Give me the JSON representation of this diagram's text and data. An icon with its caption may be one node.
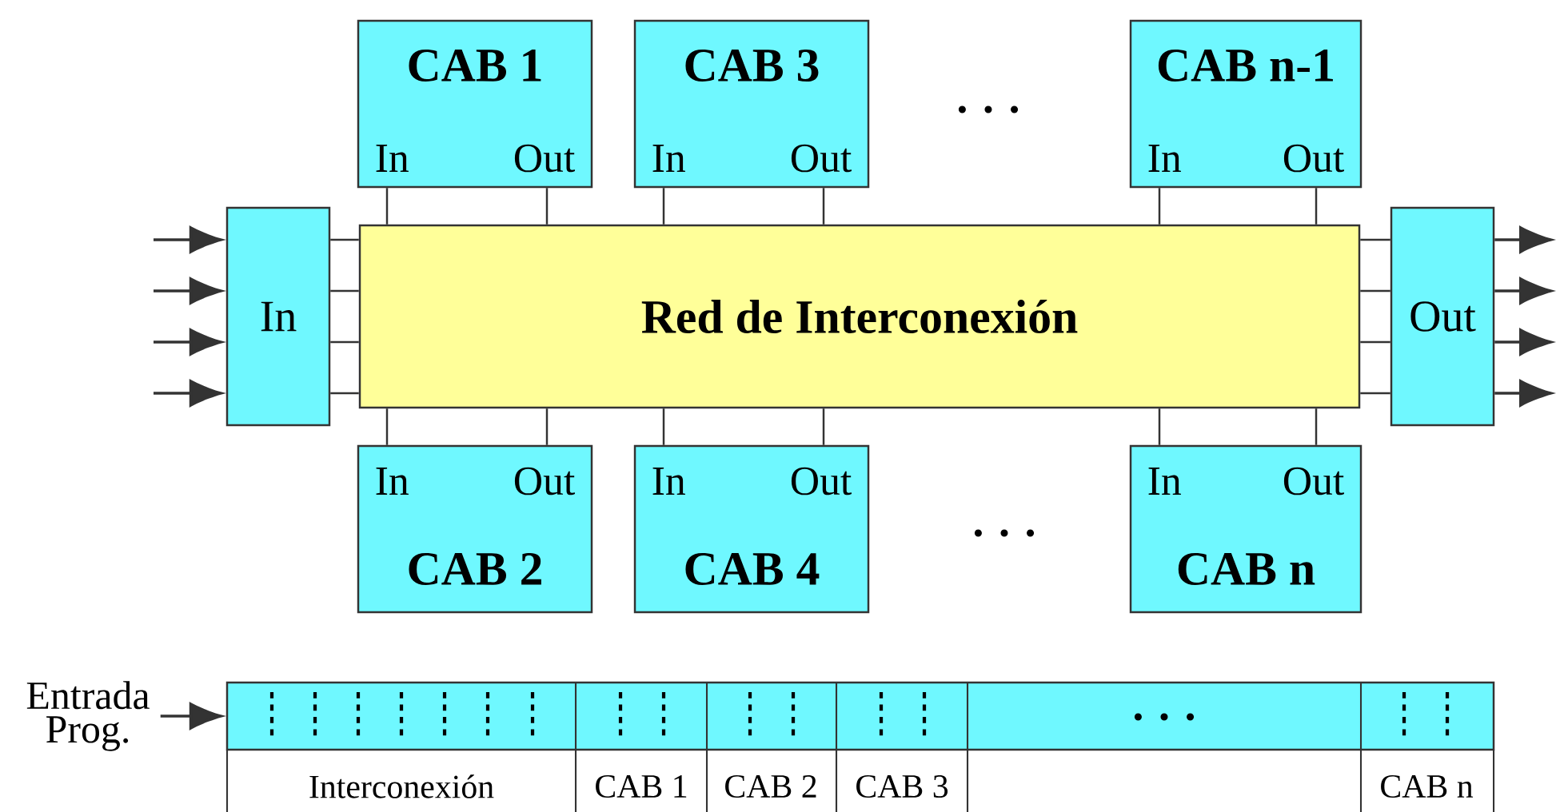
{
  "diagram": {
    "nodes": [
      {
        "text": [
          "Red de Interconexión"
        ]
      },
      {
        "text": [
          "In"
        ]
      },
      {
        "text": [
          "Out"
        ]
      },
      {
        "text": [
          "CAB 1",
          "In",
          "Out"
        ]
      },
      {
        "text": [
          "CAB 3",
          "In",
          "Out"
        ]
      },
      {
        "text": [
          "CAB n-1",
          "In",
          "Out"
        ]
      },
      {
        "text": [
          "In",
          "Out",
          "CAB 2"
        ]
      },
      {
        "text": [
          "In",
          "Out",
          "CAB 4"
        ]
      },
      {
        "text": [
          "In",
          "Out",
          "CAB n"
        ]
      },
      {
        "text": [
          "· · ·"
        ]
      },
      {
        "text": [
          "Entrada Prog."
        ]
      }
    ],
    "edges": [
      {
        "from": 3,
        "to": 0,
        "arrow": "none"
      },
      {
        "from": 3,
        "to": 0,
        "arrow": "none"
      },
      {
        "from": 4,
        "to": 0,
        "arrow": "none"
      },
      {
        "from": 4,
        "to": 0,
        "arrow": "none"
      },
      {
        "from": 5,
        "to": 0,
        "arrow": "none"
      },
      {
        "from": 5,
        "to": 0,
        "arrow": "none"
      },
      {
        "from": 6,
        "to": 0,
        "arrow": "none"
      },
      {
        "from": 6,
        "to": 0,
        "arrow": "none"
      },
      {
        "from": 7,
        "to": 0,
        "arrow": "none"
      },
      {
        "from": 7,
        "to": 0,
        "arrow": "none"
      },
      {
        "from": 8,
        "to": 0,
        "arrow": "none"
      },
      {
        "from": 8,
        "to": 0,
        "arrow": "none"
      },
      {
        "from": 1,
        "to": 0,
        "arrow": "none"
      },
      {
        "from": 1,
        "to": 0,
        "arrow": "none"
      },
      {
        "from": 1,
        "to": 0,
        "arrow": "none"
      },
      {
        "from": 1,
        "to": 0,
        "arrow": "none"
      },
      {
        "from": 0,
        "to": 2,
        "arrow": "none"
      },
      {
        "from": 0,
        "to": 2,
        "arrow": "none"
      },
      {
        "from": 0,
        "to": 2,
        "arrow": "none"
      },
      {
        "from": 0,
        "to": 2,
        "arrow": "none"
      },
      {
        "from": null,
        "to": 1,
        "arrow": "to"
      },
      {
        "from": null,
        "to": 1,
        "arrow": "to"
      },
      {
        "from": null,
        "to": 1,
        "arrow": "to"
      },
      {
        "from": null,
        "to": 1,
        "arrow": "to"
      },
      {
        "from": 2,
        "to": null,
        "arrow": "to"
      },
      {
        "from": 2,
        "to": null,
        "arrow": "to"
      },
      {
        "from": 2,
        "to": null,
        "arrow": "to"
      },
      {
        "from": 2,
        "to": null,
        "arrow": "to"
      },
      {
        "from": 10,
        "to": 9,
        "arrow": "to"
      }
    ],
    "labels": [
      "· · ·",
      "· · ·",
      "Interconexión",
      "CAB 1",
      "CAB 2",
      "CAB 3",
      "CAB n"
    ]
  }
}
